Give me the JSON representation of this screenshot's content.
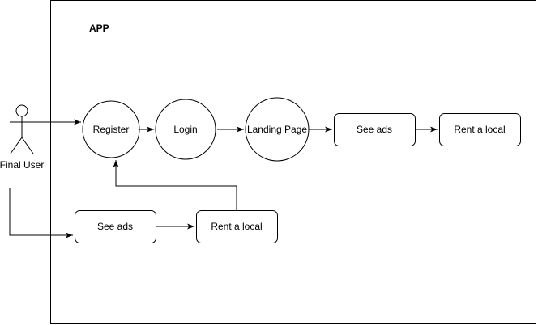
{
  "frame": {
    "title": "APP"
  },
  "actor": {
    "label": "Final User"
  },
  "nodes": {
    "register": "Register",
    "login": "Login",
    "landing_page": "Landing Page",
    "see_ads_top": "See ads",
    "rent_local_top": "Rent a local",
    "see_ads_bottom": "See ads",
    "rent_local_bottom": "Rent a local"
  }
}
